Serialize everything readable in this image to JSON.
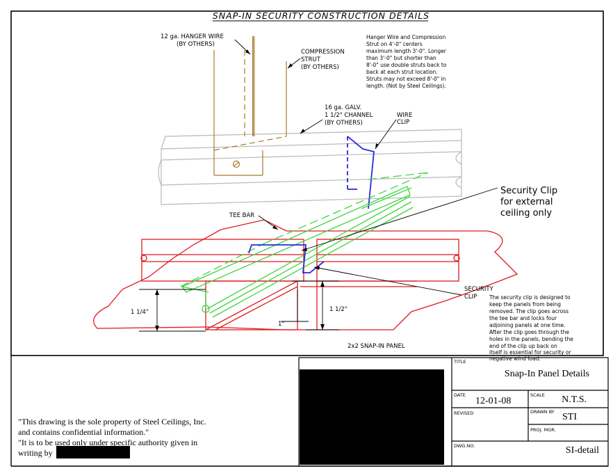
{
  "drawing_title": "SNAP-IN SECURITY CONSTRUCTION DETAILS",
  "labels": {
    "hanger_wire": [
      "12 ga. HANGER WIRE",
      "(BY OTHERS)"
    ],
    "compression_strut": [
      "COMPRESSION",
      "STRUT",
      "(BY OTHERS)"
    ],
    "channel": [
      "16 ga. GALV.",
      "1 1/2\" CHANNEL",
      "(BY OTHERS)"
    ],
    "wire_clip": [
      "WIRE",
      "CLIP"
    ],
    "tee_bar": "TEE BAR",
    "security_clip_callout": [
      "Security Clip",
      "for external",
      "ceiling only"
    ],
    "security_clip": [
      "SECURITY",
      "CLIP"
    ],
    "panel": "2x2 SNAP-IN PANEL",
    "dim_panel_height": "1 1/4\"",
    "dim_clip_height": "1 1/2\"",
    "dim_clip_width": "1\""
  },
  "notes": {
    "hanger_note": [
      "Hanger Wire and Compression",
      "Strut on 4'-0\" centers",
      "maximum length 3'-0\".  Longer",
      "than 3'-0\" but shorter than",
      "8'-0\" use double struts back to",
      "back at each strut location.",
      "Struts may not exceed 8'-0\" in",
      "length.  (Not by Steel Ceilings)."
    ],
    "clip_note": [
      "The security clip is designed to",
      "keep the panels from being",
      "removed.  The clip goes across",
      "the tee bar and locks four",
      "adjoining panels at one time.",
      "After the clip goes through the",
      "holes in the panels, bending the",
      "end of the clip up back on",
      "itself is essential for security or",
      "negative wind load."
    ]
  },
  "disclaimer": [
    "\"This drawing is the sole property of Steel Ceilings, Inc.",
    "and contains confidential information.\"",
    "\"It is to be used only under specific authority given in",
    "writing by"
  ],
  "title_block": {
    "title_label": "TITLE",
    "title_value": "Snap-In Panel Details",
    "date_label": "DATE",
    "date_value": "12-01-08",
    "scale_label": "SCALE",
    "scale_value": "N.T.S.",
    "revised_label": "REVISED",
    "drawn_by_label": "DRAWN BY",
    "drawn_by_value": "STI",
    "proj_mgr_label": "PROJ. MGR.",
    "dwg_no_label": "DWG.NO.",
    "dwg_no_value": "SI-detail"
  },
  "colors": {
    "panel": "#e0191e",
    "tee_bar": "#3fd43f",
    "security_clip": "#2a2ad6",
    "hanger": "#a8782d",
    "channel": "#b8b8b8",
    "ink": "#000000"
  }
}
